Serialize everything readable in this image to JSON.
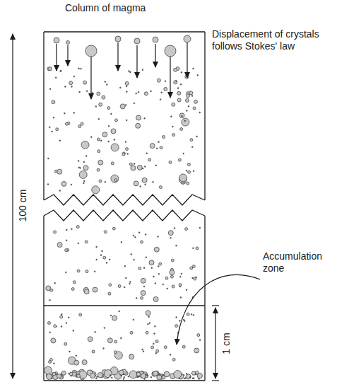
{
  "diagram": {
    "labels": [
      "Column of magma",
      "Displacement of crystals follows Stokes' law",
      "100 cm",
      "Accumulation zone",
      "1 cm"
    ]
  }
}
